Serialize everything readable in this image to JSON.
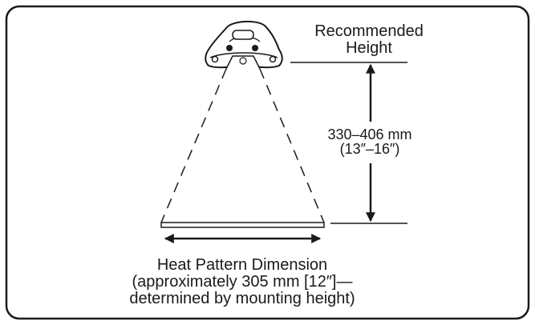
{
  "labels": {
    "recommended_line1": "Recommended",
    "recommended_line2": "Height",
    "range_mm": "330–406 mm",
    "range_in": "(13″–16″)",
    "pattern_line1": "Heat Pattern Dimension",
    "pattern_line2": "(approximately 305 mm [12″]—",
    "pattern_line3": "determined by mounting height)"
  },
  "colors": {
    "ink": "#1a1a1a",
    "panel": "#ffffff"
  }
}
